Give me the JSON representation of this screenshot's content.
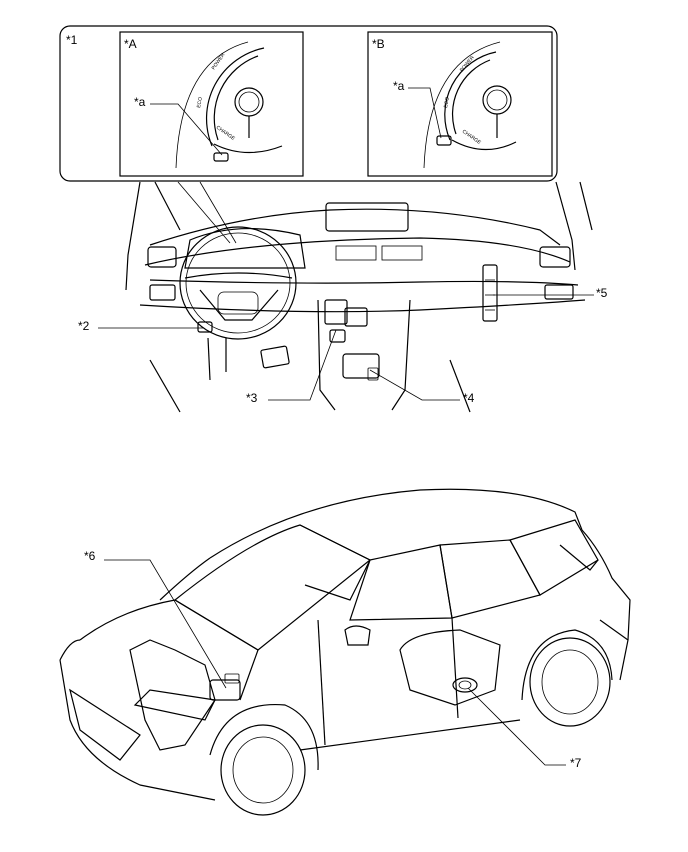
{
  "callouts": {
    "c1": "*1",
    "cA": "*A",
    "cB": "*B",
    "aA": "*a",
    "aB": "*a",
    "c2": "*2",
    "c3": "*3",
    "c4": "*4",
    "c5": "*5",
    "c6": "*6",
    "c7": "*7"
  },
  "gauge_text": {
    "power": "POWER",
    "eco": "ECO",
    "charge": "CHARGE"
  }
}
